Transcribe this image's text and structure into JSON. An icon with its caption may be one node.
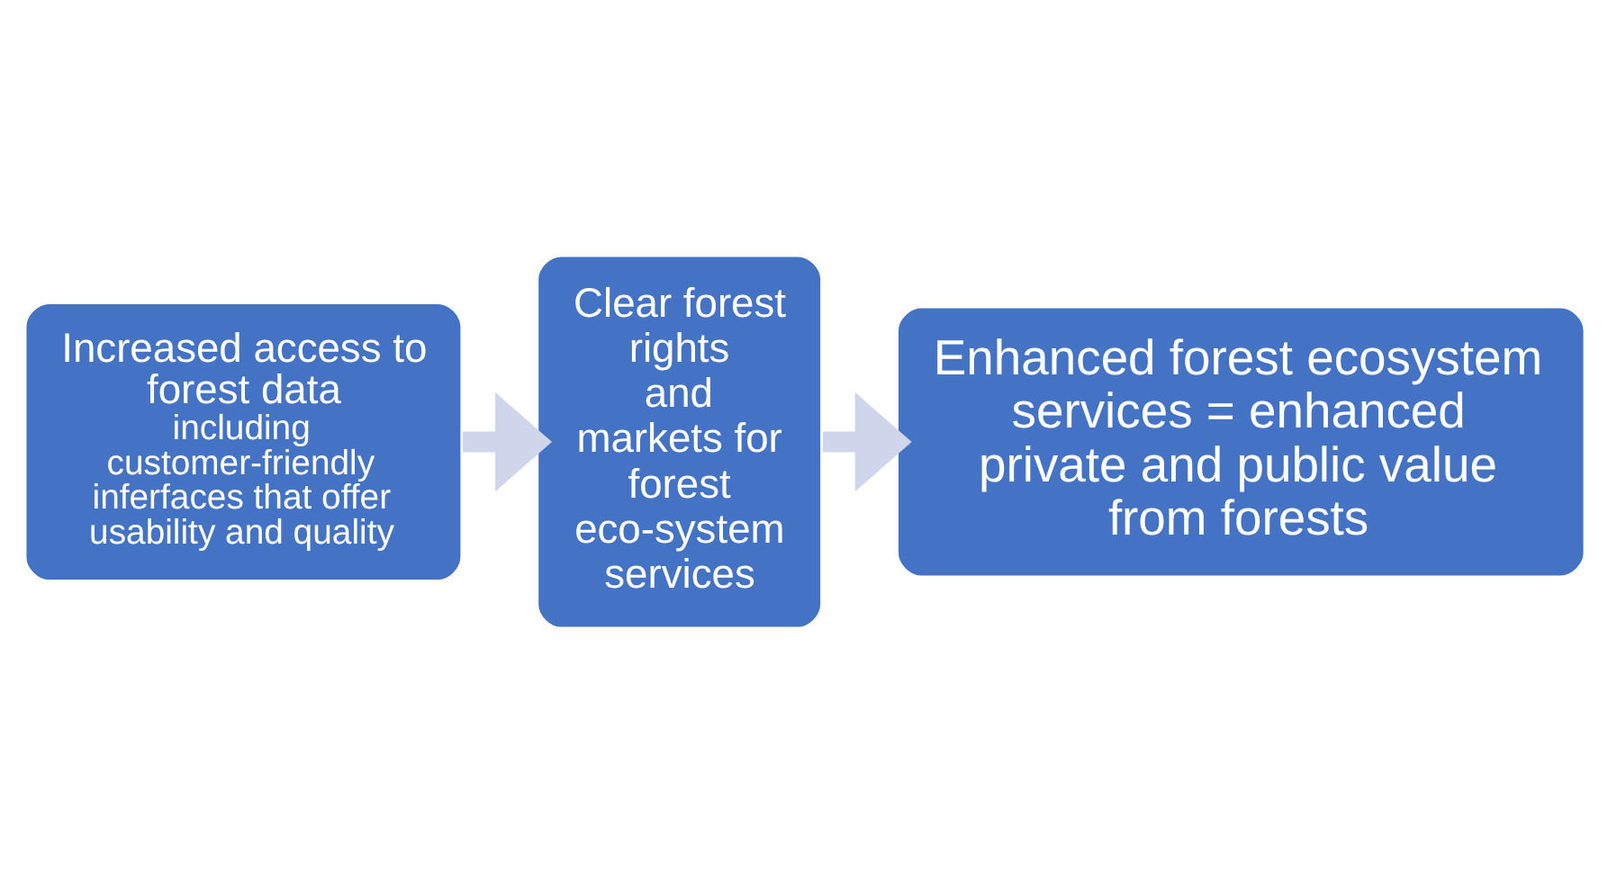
{
  "diagram": {
    "nodes": [
      {
        "text": [
          "Increased access to forest data",
          "including customer-friendly inferfaces that offer usability and quality"
        ]
      },
      {
        "text": [
          "Clear forest rights",
          "and",
          "markets for forest eco-system services"
        ]
      },
      {
        "text": [
          "Enhanced forest ecosystem services = enhanced private and public value from forests"
        ]
      }
    ],
    "edges": [
      {
        "from": 0,
        "to": 1,
        "arrow": "to"
      },
      {
        "from": 1,
        "to": 2,
        "arrow": "to"
      }
    ]
  }
}
